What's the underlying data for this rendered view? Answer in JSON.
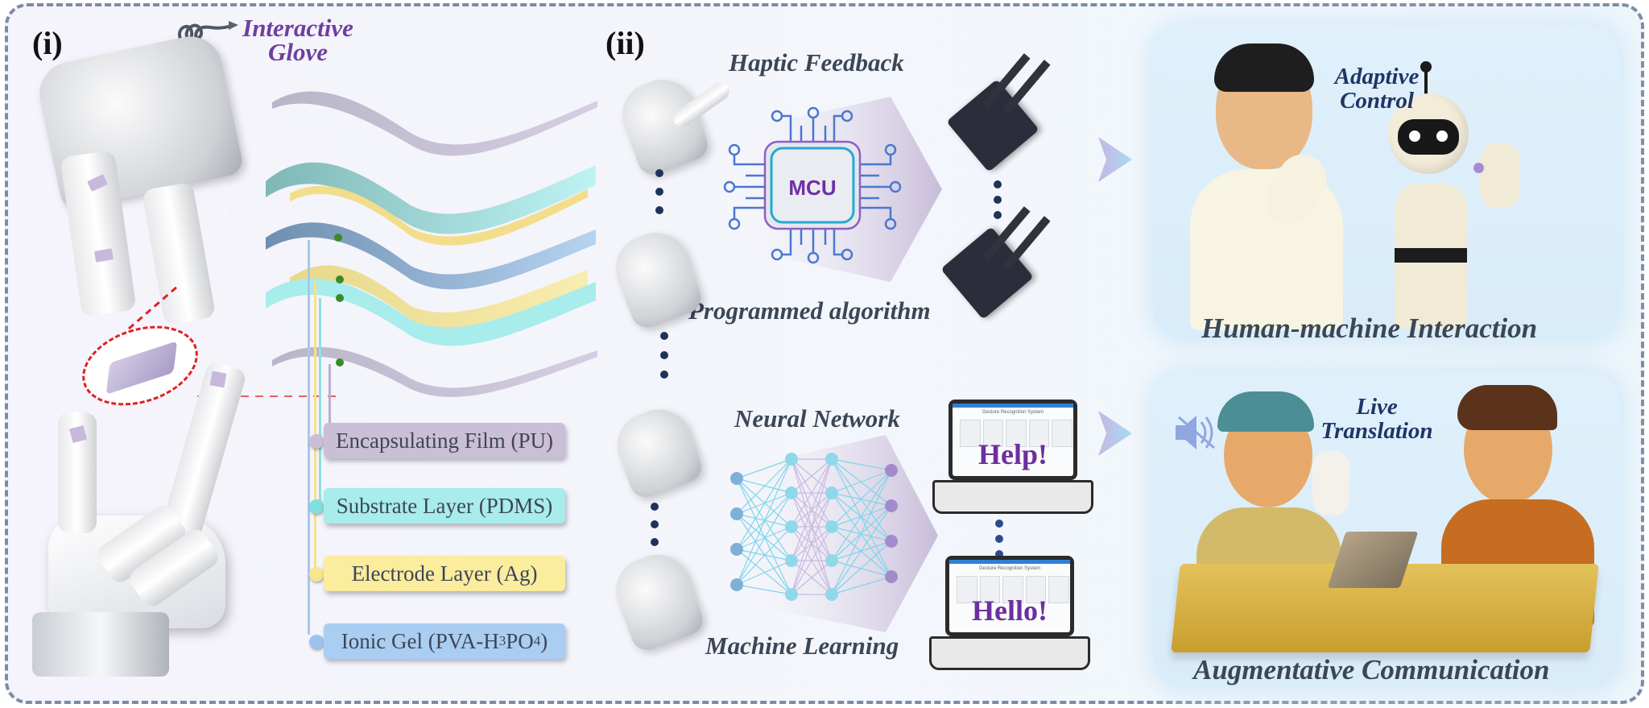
{
  "panel_i": {
    "label": "(i)",
    "glove_title_line1": "Interactive",
    "glove_title_line2": "Glove",
    "layers": [
      {
        "label": "Encapsulating Film (PU)",
        "color": "#cbbfd8"
      },
      {
        "label": "Substrate Layer (PDMS)",
        "color": "#a8ecec"
      },
      {
        "label": "Electrode Layer (Ag)",
        "color": "#fbec9e"
      },
      {
        "label_prefix": "Ionic Gel (PVA-H",
        "sub1": "3",
        "label_mid": "PO",
        "sub2": "4",
        "label_suffix": ")",
        "color": "#aacdf2"
      }
    ]
  },
  "panel_ii": {
    "label": "(ii)",
    "top_flow": {
      "title_top": "Haptic Feedback",
      "chip_label": "MCU",
      "title_bottom": "Programmed algorithm"
    },
    "bottom_flow": {
      "title_top": "Neural Network",
      "title_bottom": "Machine Learning",
      "laptop_app_title": "Gesture Recognition System",
      "outputs": [
        "Help!",
        "Hello!"
      ]
    }
  },
  "scenes": [
    {
      "title": "Human-machine Interaction",
      "caption_line1": "Adaptive",
      "caption_line2": "Control"
    },
    {
      "title": "Augmentative Communication",
      "caption_line1": "Live",
      "caption_line2": "Translation",
      "icon": "speaker-muted-icon"
    }
  ],
  "colors": {
    "frame_border": "#7d8ca3",
    "accent_purple": "#6f3fa0",
    "heading_gray": "#3b4656",
    "caption_navy": "#1e3566"
  }
}
